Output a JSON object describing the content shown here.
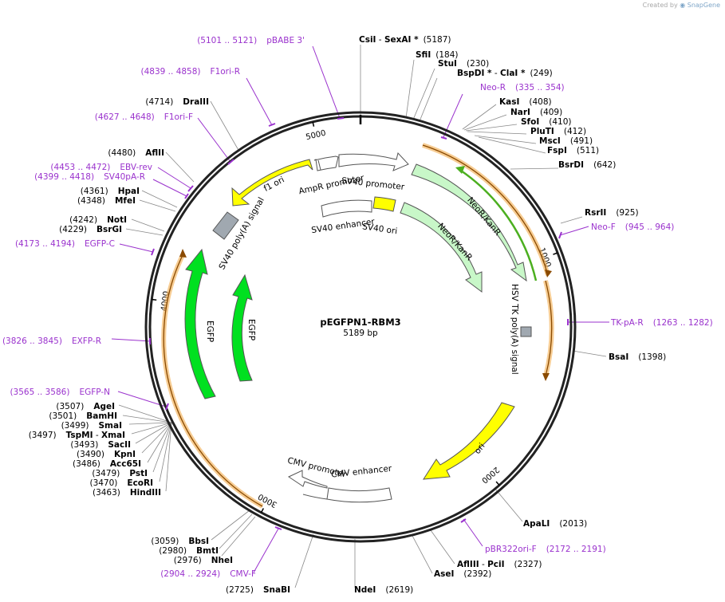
{
  "watermark": {
    "prefix": "Created by",
    "brand": "SnapGene"
  },
  "plasmid": {
    "name": "pEGFPN1-RBM3",
    "length_label": "5189 bp",
    "length": 5189
  },
  "colors": {
    "backbone": "#222222",
    "primer": "#9a32cd",
    "yellow": "#ffff00",
    "green": "#00e020",
    "neo": "#c8f7c8",
    "orange": "#f2b25a",
    "grey": "#a0a8b0"
  },
  "ticks": [
    {
      "pos": 1000,
      "label": "1000"
    },
    {
      "pos": 2000,
      "label": "2000"
    },
    {
      "pos": 3000,
      "label": "3000"
    },
    {
      "pos": 4000,
      "label": "4000"
    },
    {
      "pos": 5000,
      "label": "5000"
    }
  ],
  "enzymes": [
    {
      "name": "CsiI",
      "name2": "SexAI *",
      "pos": "(5187)",
      "sep": " - "
    },
    {
      "name": "SfiI",
      "pos": "(184)"
    },
    {
      "name": "StuI",
      "pos": "(230)"
    },
    {
      "name": "BspDI *",
      "name2": "ClaI *",
      "pos": "(249)",
      "sep": " - "
    },
    {
      "name": "KasI",
      "pos": "(408)"
    },
    {
      "name": "NarI",
      "pos": "(409)"
    },
    {
      "name": "SfoI",
      "pos": "(410)"
    },
    {
      "name": "PluTI",
      "pos": "(412)"
    },
    {
      "name": "MscI",
      "pos": "(491)"
    },
    {
      "name": "FspI",
      "pos": "(511)"
    },
    {
      "name": "BsrDI",
      "pos": "(642)"
    },
    {
      "name": "RsrII",
      "pos": "(925)"
    },
    {
      "name": "BsaI",
      "pos": "(1398)"
    },
    {
      "name": "ApaLI",
      "pos": "(2013)"
    },
    {
      "name": "AflIII",
      "name2": "PciI",
      "pos": "(2327)",
      "sep": " - "
    },
    {
      "name": "AseI",
      "pos": "(2392)"
    },
    {
      "name": "NdeI",
      "pos": "(2619)"
    },
    {
      "name": "SnaBI",
      "pos": "(2725)"
    },
    {
      "name": "NheI",
      "pos": "(2976)"
    },
    {
      "name": "BmtI",
      "pos": "(2980)"
    },
    {
      "name": "BbsI",
      "pos": "(3059)"
    },
    {
      "name": "HindIII",
      "pos": "(3463)"
    },
    {
      "name": "EcoRI",
      "pos": "(3470)"
    },
    {
      "name": "PstI",
      "pos": "(3479)"
    },
    {
      "name": "Acc65I",
      "pos": "(3486)"
    },
    {
      "name": "KpnI",
      "pos": "(3490)"
    },
    {
      "name": "SacII",
      "pos": "(3493)"
    },
    {
      "name": "TspMI",
      "name2": "XmaI",
      "pos": "(3497)",
      "sep": " - "
    },
    {
      "name": "SmaI",
      "pos": "(3499)"
    },
    {
      "name": "BamHI",
      "pos": "(3501)"
    },
    {
      "name": "AgeI",
      "pos": "(3507)"
    },
    {
      "name": "BsrGI",
      "pos": "(4229)"
    },
    {
      "name": "NotI",
      "pos": "(4242)"
    },
    {
      "name": "MfeI",
      "pos": "(4348)"
    },
    {
      "name": "HpaI",
      "pos": "(4361)"
    },
    {
      "name": "AflII",
      "pos": "(4480)"
    },
    {
      "name": "DraIII",
      "pos": "(4714)"
    }
  ],
  "primers": [
    {
      "name": "pBABE 3'",
      "range": "(5101 .. 5121)"
    },
    {
      "name": "F1ori-R",
      "range": "(4839 .. 4858)"
    },
    {
      "name": "F1ori-F",
      "range": "(4627 .. 4648)"
    },
    {
      "name": "EBV-rev",
      "range": "(4453 .. 4472)"
    },
    {
      "name": "SV40pA-R",
      "range": "(4399 .. 4418)"
    },
    {
      "name": "EGFP-C",
      "range": "(4173 .. 4194)"
    },
    {
      "name": "EXFP-R",
      "range": "(3826 .. 3845)"
    },
    {
      "name": "EGFP-N",
      "range": "(3565 .. 3586)"
    },
    {
      "name": "CMV-F",
      "range": "(2904 .. 2924)"
    },
    {
      "name": "pBR322ori-F",
      "range": "(2172 .. 2191)"
    },
    {
      "name": "TK-pA-R",
      "range": "(1263 .. 1282)"
    },
    {
      "name": "Neo-F",
      "range": "(945 .. 964)"
    },
    {
      "name": "Neo-R",
      "range": "(335 .. 354)"
    }
  ],
  "features": [
    {
      "name": "f1 ori",
      "color": "yellow"
    },
    {
      "name": "AmpR promoter",
      "color": "white"
    },
    {
      "name": "SV40 promoter",
      "color": "white"
    },
    {
      "name": "SV40 enhancer",
      "color": "white"
    },
    {
      "name": "SV40 ori",
      "color": "yellow"
    },
    {
      "name": "NeoR/KanR",
      "color": "neo"
    },
    {
      "name": "NeoR/KanR",
      "color": "neo"
    },
    {
      "name": "HSV TK poly(A) signal",
      "color": "grey"
    },
    {
      "name": "SV40 poly(A) signal",
      "color": "grey"
    },
    {
      "name": "EGFP",
      "color": "green"
    },
    {
      "name": "EGFP",
      "color": "green"
    },
    {
      "name": "ori",
      "color": "yellow"
    },
    {
      "name": "CMV enhancer",
      "color": "white"
    },
    {
      "name": "CMV promoter",
      "color": "white"
    }
  ]
}
